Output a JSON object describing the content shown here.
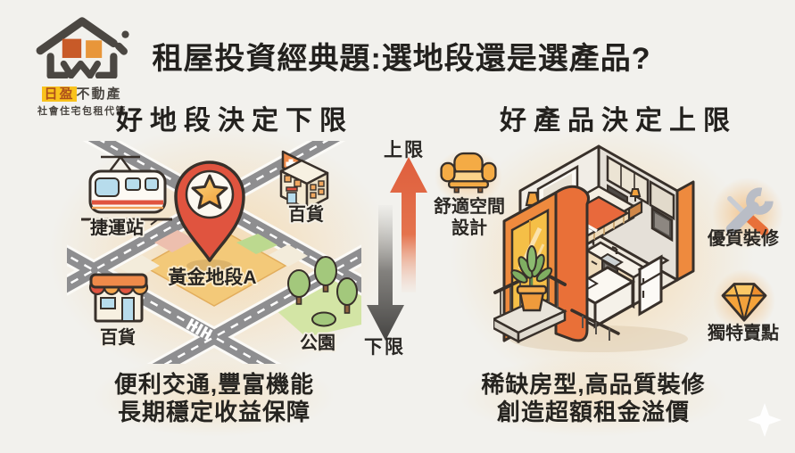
{
  "colors": {
    "background": "#f2f1ed",
    "accent_orange": "#ee8a3e",
    "pin_red": "#e0543f",
    "arrow_up": "#df5f3d",
    "arrow_down": "#454442",
    "highlight_yellow": "#f9c21c",
    "outline_dark": "#38302a"
  },
  "logo": {
    "house_icon": "house-logo-icon",
    "brand_highlight": "日盈",
    "brand_rest": "不動產",
    "subtitle": "社會住宅包租代管"
  },
  "header": {
    "title": "租屋投資經典題:選地段還是選產品?"
  },
  "axis": {
    "upper_label": "上限",
    "lower_label": "下限"
  },
  "left_panel": {
    "heading": "好地段決定下限",
    "map": {
      "labels": {
        "mrt_station": "捷運站",
        "store_top": "百貨",
        "golden_block": "黃金地段A",
        "store_bottom": "百貨",
        "park": "公園"
      },
      "icons": [
        "train-icon",
        "department-store-icon",
        "location-pin-star-icon",
        "shop-icon",
        "park-trees-icon"
      ]
    },
    "caption_line1": "便利交通,豐富機能",
    "caption_line2": "長期穩定收益保障"
  },
  "right_panel": {
    "heading": "好產品決定上限",
    "room_illustration": "isometric-apartment-cutaway",
    "features": [
      {
        "icon": "armchair-icon",
        "lines": [
          "舒適空間",
          "設計"
        ]
      },
      {
        "icon": "tools-icon",
        "lines": [
          "優質裝修"
        ]
      },
      {
        "icon": "diamond-icon",
        "lines": [
          "獨特賣點"
        ]
      }
    ],
    "caption_line1": "稀缺房型,高品質裝修",
    "caption_line2": "創造超額租金溢價"
  }
}
